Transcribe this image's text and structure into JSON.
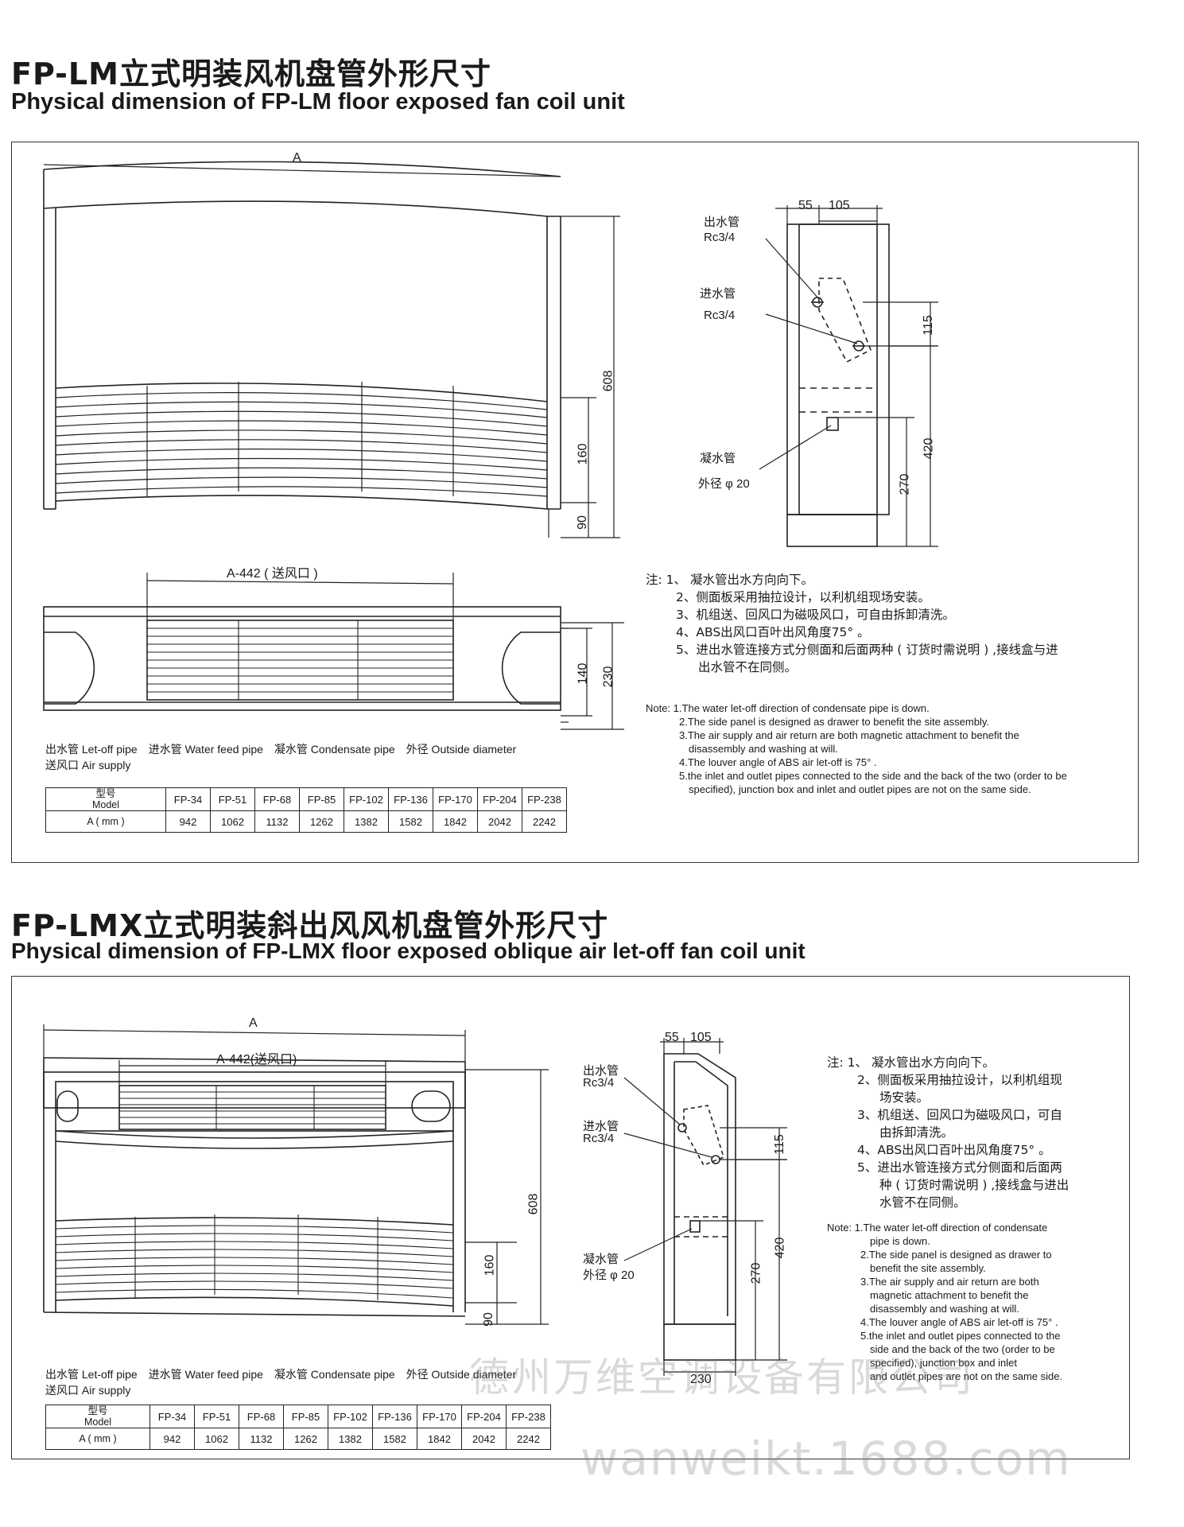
{
  "section1": {
    "title_cn": "FP-LM立式明装风机盘管外形尺寸",
    "title_en": "Physical dimension of FP-LM floor exposed fan coil unit",
    "dims": {
      "A": "A",
      "h608": "608",
      "h160": "160",
      "h90": "90",
      "w55": "55",
      "w105": "105",
      "h115": "115",
      "h420": "420",
      "h270": "270",
      "supply": "A-442 ( 送风口 )",
      "h140": "140",
      "h230": "230"
    },
    "pipes": {
      "outlet": "出水管",
      "outlet_spec": "Rc3/4",
      "inlet": "进水管",
      "inlet_spec": "Rc3/4",
      "condensate": "凝水管",
      "condensate_spec": "外径 φ 20"
    },
    "legend": {
      "line1": [
        "出水管  Let-off pipe",
        "进水管  Water feed pipe",
        "凝水管  Condensate pipe",
        "外径  Outside diameter"
      ],
      "line2": "送风口  Air supply"
    },
    "notes_cn": [
      "注: 1、 凝水管出水方向向下。",
      "2、侧面板采用抽拉设计，以利机组现场安装。",
      "3、机组送、回风口为磁吸风口，可自由拆卸清洗。",
      "4、ABS出风口百叶出风角度75° 。",
      "5、进出水管连接方式分侧面和后面两种 ( 订货时需说明 ) ,接线盒与进",
      "出水管不在同侧。"
    ],
    "notes_en": [
      "Note: 1.The water let-off direction of condensate pipe is down.",
      "2.The side panel is designed as drawer to benefit the site assembly.",
      "3.The air supply and air return are both magnetic attachment to benefit the",
      "disassembly and washing at will.",
      "4.The louver angle of ABS air let-off is 75° .",
      "5.the inlet and outlet pipes connected to the side and the back of the two (order to be",
      "specified), junction box and inlet and outlet pipes are not on the same side."
    ]
  },
  "section2": {
    "title_cn": "FP-LMX立式明装斜出风风机盘管外形尺寸",
    "title_en": "Physical dimension of FP-LMX floor exposed oblique air let-off fan coil unit",
    "dims": {
      "A": "A",
      "supply": "A-442(送风口)",
      "h608": "608",
      "h160": "160",
      "h90": "90",
      "w55": "55",
      "w105": "105",
      "h115": "115",
      "h420": "420",
      "h270": "270",
      "w230": "230"
    },
    "pipes": {
      "outlet": "出水管",
      "outlet_spec": "Rc3/4",
      "inlet": "进水管",
      "inlet_spec": "Rc3/4",
      "condensate": "凝水管",
      "condensate_spec": "外径 φ 20"
    },
    "legend": {
      "line1": [
        "出水管  Let-off pipe",
        "进水管  Water feed pipe",
        "凝水管  Condensate pipe",
        "外径  Outside diameter"
      ],
      "line2": "送风口  Air supply"
    },
    "notes_cn": [
      "注: 1、 凝水管出水方向向下。",
      "2、侧面板采用抽拉设计，以利机组现",
      "场安装。",
      "3、机组送、回风口为磁吸风口，可自",
      "由拆卸清洗。",
      "4、ABS出风口百叶出风角度75° 。",
      "5、进出水管连接方式分侧面和后面两",
      "种 ( 订货时需说明 ) ,接线盒与进出",
      "水管不在同侧。"
    ],
    "notes_en": [
      "Note: 1.The water let-off direction of condensate",
      "pipe is down.",
      "2.The side panel is designed as drawer to",
      "benefit the site assembly.",
      "3.The air supply and air return are both",
      "magnetic attachment to benefit the",
      "disassembly and washing at will.",
      "4.The louver angle of ABS air let-off is 75° .",
      "5.the inlet and outlet pipes connected to the",
      "side and the back of the two (order to be",
      "specified), junction box and inlet",
      "and outlet pipes are not on the same side."
    ]
  },
  "table": {
    "header_cn": "型号",
    "header_en": "Model",
    "row_label": "A ( mm )",
    "models": [
      "FP-34",
      "FP-51",
      "FP-68",
      "FP-85",
      "FP-102",
      "FP-136",
      "FP-170",
      "FP-204",
      "FP-238"
    ],
    "values": [
      "942",
      "1062",
      "1132",
      "1262",
      "1382",
      "1582",
      "1842",
      "2042",
      "2242"
    ]
  },
  "watermark": {
    "cn": "德州万维空调设备有限公司",
    "en": "wanweikt.1688.com"
  }
}
